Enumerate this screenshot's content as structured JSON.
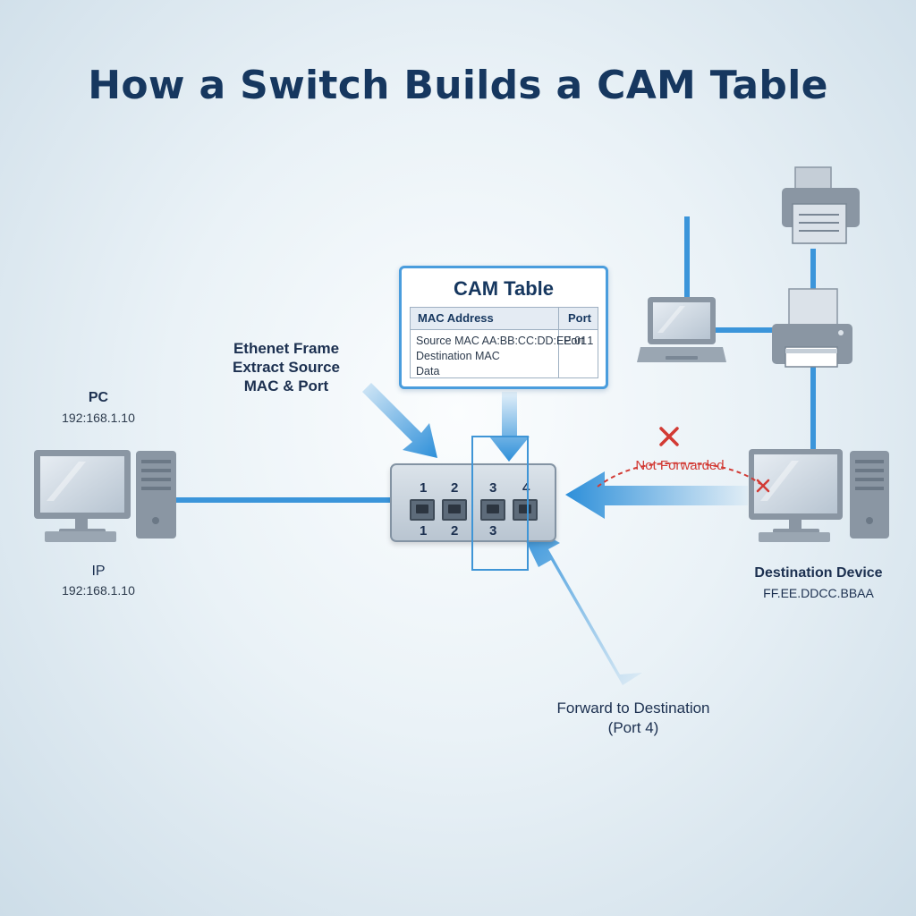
{
  "title": "How a Switch Builds a CAM Table",
  "cam_table": {
    "title": "CAM Table",
    "headers": [
      "MAC Address",
      "Port"
    ],
    "rows": [
      [
        "Source MAC AA:BB:CC:DD:EE:01",
        "Port 1"
      ],
      [
        "Destination MAC",
        ""
      ],
      [
        "Data",
        ""
      ]
    ]
  },
  "pc": {
    "label": "PC",
    "ip_top": "192:168.1.10",
    "ip_label": "IP",
    "ip_bottom": "192:168.1.10"
  },
  "ethernet_note": [
    "Ethenet Frame",
    "Extract Source",
    "MAC & Port"
  ],
  "switch": {
    "top_ports": [
      "1",
      "2",
      "3",
      "4"
    ],
    "bottom_ports": [
      "1",
      "2",
      "3"
    ]
  },
  "not_forwarded": "Not Forwarded",
  "destination": {
    "label": "Destination Device",
    "mac": "FF.EE.DDCC.BBAA"
  },
  "forward_note": [
    "Forward to Destination",
    "(Port 4)"
  ],
  "colors": {
    "title": "#16375f",
    "accent_blue": "#3b95da",
    "alert_red": "#d23a34",
    "device_gray": "#8a96a3"
  }
}
